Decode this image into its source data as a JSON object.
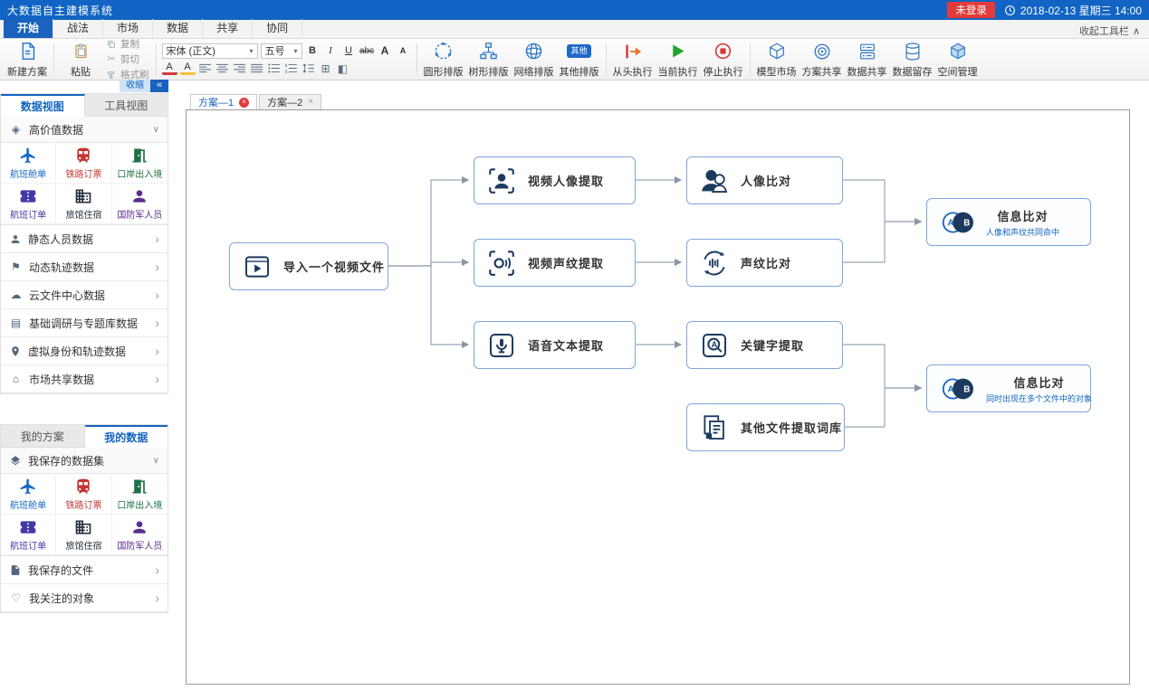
{
  "titlebar": {
    "title": "大数据自主建模系统",
    "login_status": "未登录",
    "datetime": "2018-02-13 星期三 14:00"
  },
  "icons": {
    "dropdown": "▾",
    "chevron_up_small": "∧",
    "chevron_right": "›",
    "section_expanded": "∨",
    "collapse_left": "«",
    "close": "×",
    "gem": "◈",
    "flag": "⚑",
    "cloud": "☁",
    "doc_lines": "▤",
    "home": "⌂",
    "heart": "♡",
    "scissors": "✂",
    "border_box": "⊞",
    "fill_box": "◧",
    "letter_a": "A"
  },
  "colors": {
    "titlebar": "#1164c3",
    "accent": "#1565c0",
    "active_tab": "#1a62bd",
    "login_badge": "#e23b3b",
    "node_border": "#7ea6d8",
    "node_icon_navy": "#1c3a5e",
    "connector": "#9aa7b4",
    "run_green": "#21a32b",
    "run_red": "#d43535"
  },
  "ribbon": {
    "tabs": [
      {
        "label": "开始",
        "active": true
      },
      {
        "label": "战法"
      },
      {
        "label": "市场"
      },
      {
        "label": "数据"
      },
      {
        "label": "共享"
      },
      {
        "label": "协同"
      }
    ],
    "collapse_toolbar": "收起工具栏",
    "new_plan": "新建方案",
    "clipboard": {
      "paste": "粘贴",
      "copy": "复制",
      "cut": "剪切",
      "format_painter": "格式刷"
    },
    "font": {
      "family": "宋体 (正文)",
      "size": "五号",
      "bold": "B",
      "italic": "I",
      "underline": "U",
      "strike": "abc",
      "grow": "A",
      "shrink": "A",
      "color": "A",
      "highlight": "A"
    },
    "layout_buttons": [
      {
        "label": "圆形排版"
      },
      {
        "label": "树形排版"
      },
      {
        "label": "网络排版"
      },
      {
        "label": "其他排版",
        "badge": "其他"
      }
    ],
    "run_buttons": [
      {
        "label": "从头执行"
      },
      {
        "label": "当前执行"
      },
      {
        "label": "停止执行"
      }
    ],
    "tool_buttons": [
      {
        "label": "模型市场"
      },
      {
        "label": "方案共享"
      },
      {
        "label": "数据共享"
      },
      {
        "label": "数据留存"
      },
      {
        "label": "空间管理"
      }
    ]
  },
  "sidebar": {
    "collapse": "收缩",
    "view_tabs": [
      {
        "label": "数据视图",
        "active": true
      },
      {
        "label": "工具视图"
      }
    ],
    "high_value_header": "高价值数据",
    "datasets": [
      {
        "label": "航班舱单",
        "color": "#1467c6"
      },
      {
        "label": "铁路订票",
        "color": "#c23531"
      },
      {
        "label": "口岸出入境",
        "color": "#1e7145"
      },
      {
        "label": "航班订单",
        "color": "#4438a8"
      },
      {
        "label": "旅馆住宿",
        "color": "#24303e"
      },
      {
        "label": "国防军人员",
        "color": "#5b2d8e"
      }
    ],
    "sections": [
      {
        "label": "静态人员数据"
      },
      {
        "label": "动态轨迹数据"
      },
      {
        "label": "云文件中心数据"
      },
      {
        "label": "基础调研与专题库数据"
      },
      {
        "label": "虚拟身份和轨迹数据"
      },
      {
        "label": "市场共享数据"
      }
    ],
    "my_tabs": [
      {
        "label": "我的方案"
      },
      {
        "label": "我的数据",
        "active": true
      }
    ],
    "saved_header": "我保存的数据集",
    "bottom_sections": [
      {
        "label": "我保存的文件"
      },
      {
        "label": "我关注的对象"
      }
    ]
  },
  "canvas": {
    "tabs": [
      {
        "label": "方案—1",
        "active": true
      },
      {
        "label": "方案—2"
      }
    ],
    "venn": {
      "a": "A",
      "b": "B"
    },
    "nodes": {
      "import": {
        "label": "导入一个视频文件"
      },
      "face_extract": {
        "label": "视频人像提取"
      },
      "voice_extract": {
        "label": "视频声纹提取"
      },
      "speech_text": {
        "label": "语音文本提取"
      },
      "face_compare": {
        "label": "人像比对"
      },
      "voice_compare": {
        "label": "声纹比对"
      },
      "keyword_extract": {
        "label": "关键字提取"
      },
      "other_lexicon": {
        "label": "其他文件提取词库"
      },
      "info_compare_top": {
        "label": "信息比对",
        "note": "人像和声纹共同命中"
      },
      "info_compare_bottom": {
        "label": "信息比对",
        "note": "同时出现在多个文件中的对象"
      }
    }
  }
}
